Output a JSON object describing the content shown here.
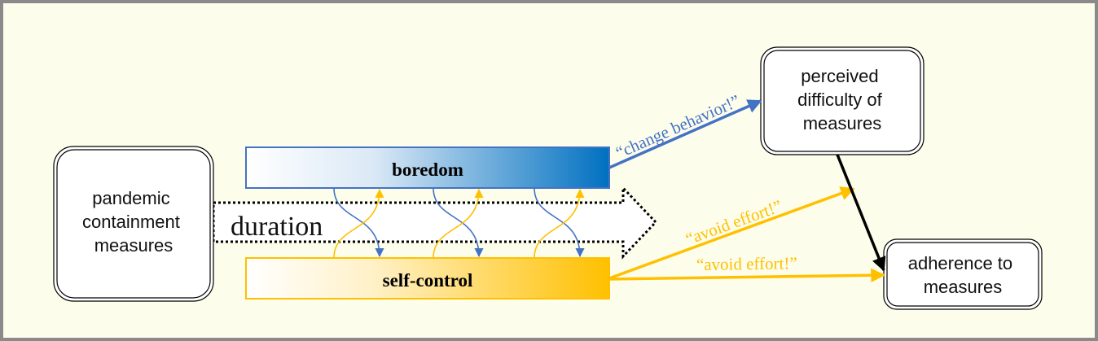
{
  "colors": {
    "background": "#fdfdec",
    "frame": "#8a8a8a",
    "blue": "#4472c4",
    "blue_dark": "#0070c0",
    "yellow": "#ffc000",
    "black": "#000000"
  },
  "nodes": {
    "pandemic": {
      "lines": [
        "pandemic",
        "containment",
        "measures"
      ]
    },
    "difficulty": {
      "lines": [
        "perceived",
        "difficulty of",
        "measures"
      ]
    },
    "adherence": {
      "lines": [
        "adherence to",
        "measures"
      ]
    }
  },
  "bars": {
    "boredom": "boredom",
    "self_control": "self-control"
  },
  "duration": "duration",
  "labels": {
    "change_behavior": "“change behavior!”",
    "avoid_effort_1": "“avoid effort!”",
    "avoid_effort_2": "“avoid effort!”"
  }
}
